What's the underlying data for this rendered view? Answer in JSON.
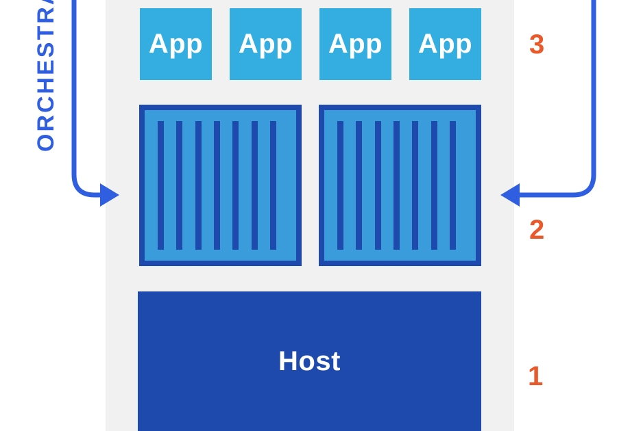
{
  "apps": [
    {
      "label": "App"
    },
    {
      "label": "App"
    },
    {
      "label": "App"
    },
    {
      "label": "App"
    }
  ],
  "containers": [
    {
      "bars": 7
    },
    {
      "bars": 7
    }
  ],
  "host": {
    "label": "Host"
  },
  "layers": {
    "apps_number": "3",
    "containers_number": "2",
    "host_number": "1"
  },
  "side_label": "ORCHESTRA",
  "colors": {
    "app": "#34aee1",
    "container_outer": "#1f4aad",
    "container_inner": "#3b9cdc",
    "host": "#1f4aad",
    "arrow": "#2f5fe0",
    "number": "#e85a2c",
    "panel": "#f1f1f1"
  }
}
